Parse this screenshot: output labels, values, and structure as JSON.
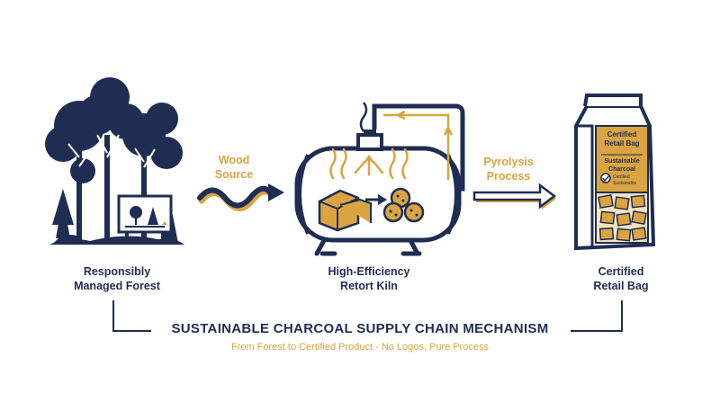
{
  "colors": {
    "navy": "#1f2d52",
    "gold": "#d9a441",
    "light_gold": "#f3e3bf"
  },
  "nodes": {
    "forest": {
      "line1": "Responsibly",
      "line2": "Managed Forest",
      "icon": "forest-icon"
    },
    "kiln": {
      "line1": "High-Efficiency",
      "line2": "Retort Kiln",
      "icon": "kiln-icon"
    },
    "bag": {
      "line1": "Certified",
      "line2": "Retail Bag",
      "icon": "charcoal-bag-icon"
    }
  },
  "edges": {
    "wood": {
      "line1": "Wood",
      "line2": "Source"
    },
    "pyrolysis": {
      "line1": "Pyrolysis",
      "line2": "Process"
    }
  },
  "bag_labels": {
    "top1": "Certified",
    "top2": "Retail Bag",
    "mid1": "Sustainable",
    "mid2": "Charcoal",
    "seal1": "Certified",
    "seal2": "Sustainable"
  },
  "title": "SUSTAINABLE CHARCOAL SUPPLY CHAIN MECHANISM",
  "subtitle": "From Forest to Certified Product - No Logos, Pure Process"
}
